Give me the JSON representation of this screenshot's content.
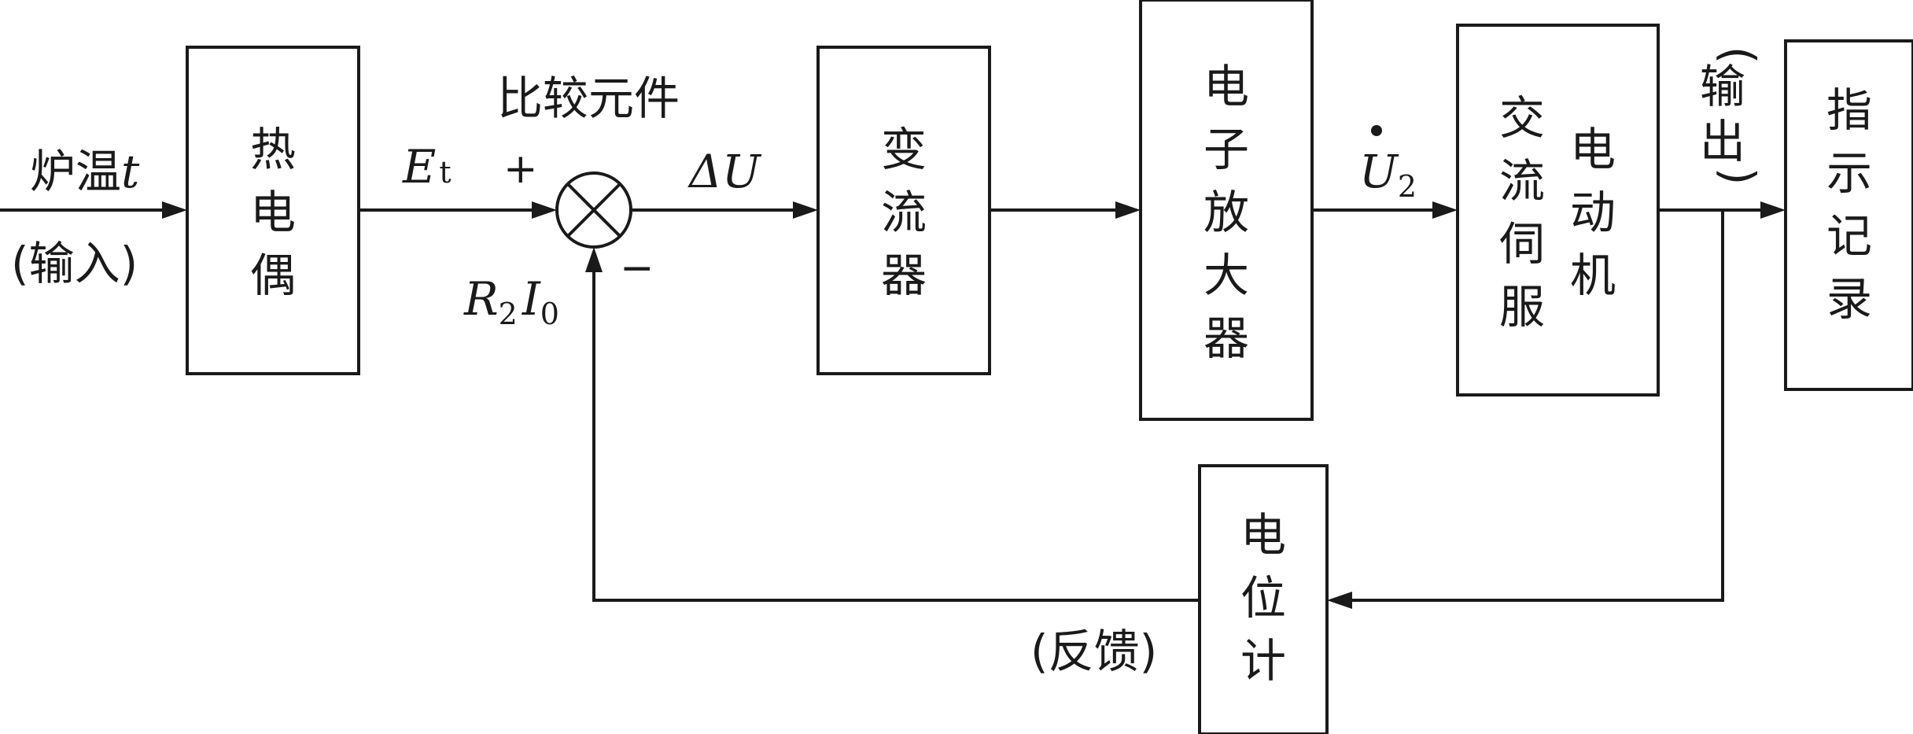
{
  "blocks": {
    "thermocouple": [
      "热",
      "电",
      "偶"
    ],
    "converter": [
      "变",
      "流",
      "器"
    ],
    "amplifier": [
      "电",
      "子",
      "放",
      "大",
      "器"
    ],
    "servo_left": [
      "交",
      "流",
      "伺",
      "服"
    ],
    "servo_right": [
      "电",
      "动",
      "机"
    ],
    "recorder": [
      "指",
      "示",
      "记",
      "录"
    ],
    "potentiometer": [
      "电",
      "位",
      "计"
    ]
  },
  "labels": {
    "input_name": "炉温",
    "input_var": "t",
    "input_tag": "(输入)",
    "comparator_label": "比较元件",
    "et_main": "E",
    "et_sub": "t",
    "plus": "+",
    "minus": "−",
    "feedback_r": "R",
    "feedback_r_sub": "2",
    "feedback_i": "I",
    "feedback_i_sub": "0",
    "delta_u": "ΔU",
    "u2_main": "U",
    "u2_sub": "2",
    "output_tag": [
      "(",
      "输",
      "出",
      ")"
    ],
    "feedback_tag": "(反馈)"
  }
}
